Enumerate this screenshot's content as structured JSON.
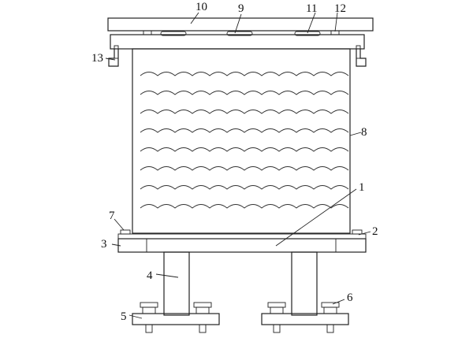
{
  "labels": {
    "l1": "1",
    "l2": "2",
    "l3": "3",
    "l4": "4",
    "l5": "5",
    "l6": "6",
    "l7": "7",
    "l8": "8",
    "l9": "9",
    "l10": "10",
    "l11": "11",
    "l12": "12",
    "l13": "13"
  }
}
